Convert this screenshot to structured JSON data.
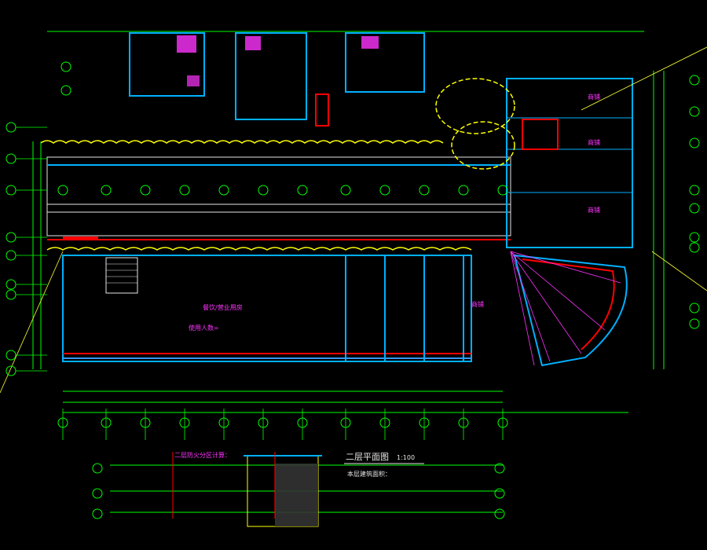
{
  "title": {
    "text": "二层平面图",
    "scale": "1:100",
    "area": "本层建筑面积："
  },
  "notes": {
    "heading": "二层防火分区计算："
  },
  "rooms": {
    "shop_large": "餐饮/营业用房",
    "occupancy_note": "使用人数=",
    "shop": "商铺"
  },
  "colors": {
    "background": "#000000",
    "axis": "#00ff00",
    "wall": "#00b0ff",
    "wall_thick": "#3399ff",
    "fire": "#ff0000",
    "cloud": "#ffff00",
    "magenta": "#ff33ff",
    "white": "#e6e6e6",
    "yellow_line": "#ffff33"
  }
}
